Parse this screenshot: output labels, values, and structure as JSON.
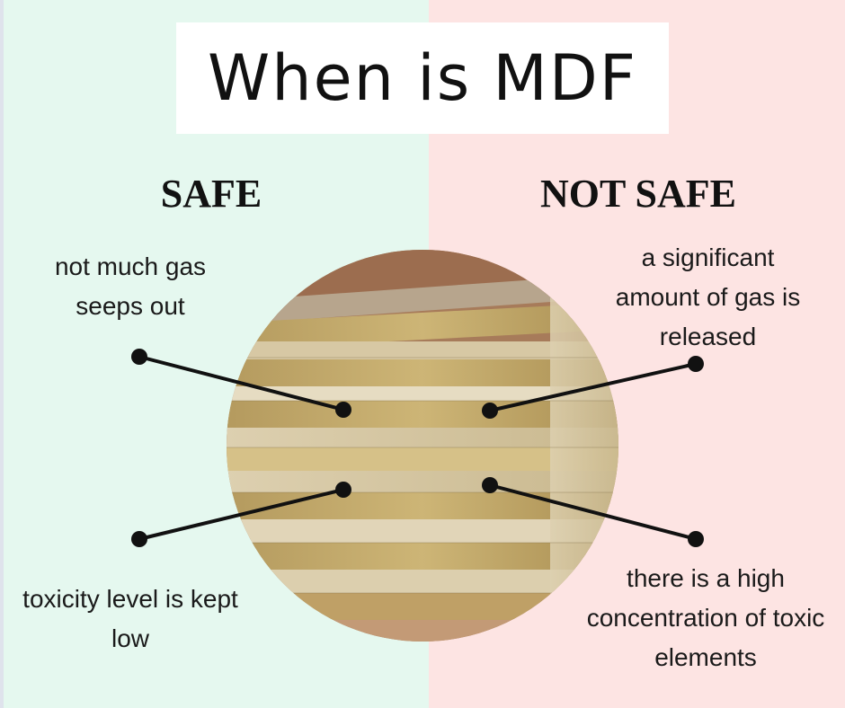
{
  "title": "When is MDF",
  "safe": {
    "heading": "SAFE",
    "points": [
      "not much gas seeps out",
      "toxicity level is kept low"
    ],
    "color": "#e5f8ef"
  },
  "not_safe": {
    "heading": "NOT SAFE",
    "points": [
      "a significant amount of gas is released",
      "there is a high concentration of toxic elements"
    ],
    "color": "#fde4e3"
  },
  "image": {
    "subject": "stacked MDF boards"
  }
}
